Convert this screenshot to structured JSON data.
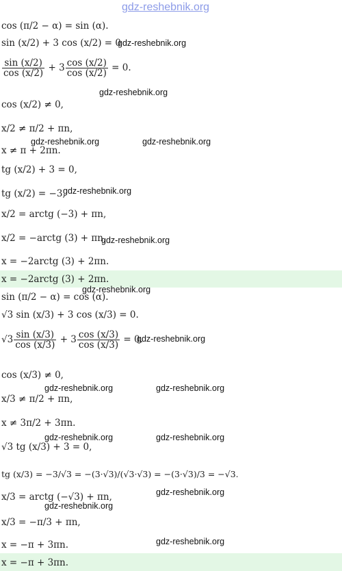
{
  "watermark": {
    "top": "gdz-reshebnik.org",
    "repeat": "gdz-reshebnik.org"
  },
  "part1": {
    "l1": "cos (π/2 − α) = sin (α).",
    "l2a": "sin (x/2) + 3 cos (x/2) = 0",
    "l3_left": "sin (x/2)",
    "l3_left_den": "cos (x/2)",
    "l3_mid": " + 3",
    "l3_right": "cos (x/2)",
    "l3_right_den": "cos (x/2)",
    "l3_end": " = 0.",
    "l4": "cos (x/2) ≠ 0,",
    "l5": "x/2 ≠ π/2 + πn,",
    "l6": "x ≠ π + 2πn.",
    "l7": "tg (x/2) + 3 = 0,",
    "l8": "tg (x/2) = −3,",
    "l9": "x/2 = arctg (−3) + πn,",
    "l10": "x/2 = −arctg (3) + πn,",
    "l11": "x = −2arctg (3) + 2πn.",
    "answer": "x = −2arctg (3) + 2πn."
  },
  "part2": {
    "l1": "sin (π/2 − α) = cos (α).",
    "l2": "√3 sin (x/3) + 3 cos (x/3) = 0.",
    "l3_pre": "√3",
    "l3_left": "sin (x/3)",
    "l3_left_den": "cos (x/3)",
    "l3_mid": " + 3",
    "l3_right": "cos (x/3)",
    "l3_right_den": "cos (x/3)",
    "l3_end": " = 0.",
    "l4": "cos (x/3) ≠ 0,",
    "l5": "x/3 ≠ π/2 + πn,",
    "l6": "x ≠ 3π/2 + 3πn.",
    "l7": "√3 tg (x/3) + 3 = 0,",
    "l8": "tg (x/3) = −3/√3 = −(3·√3)/(√3·√3) = −(3·√3)/3 = −√3.",
    "l9": "x/3 = arctg (−√3) + πn,",
    "l10": "x/3 = −π/3 + πn,",
    "l11": "x = −π + 3πn.",
    "answer": "x = −π + 3πn."
  }
}
